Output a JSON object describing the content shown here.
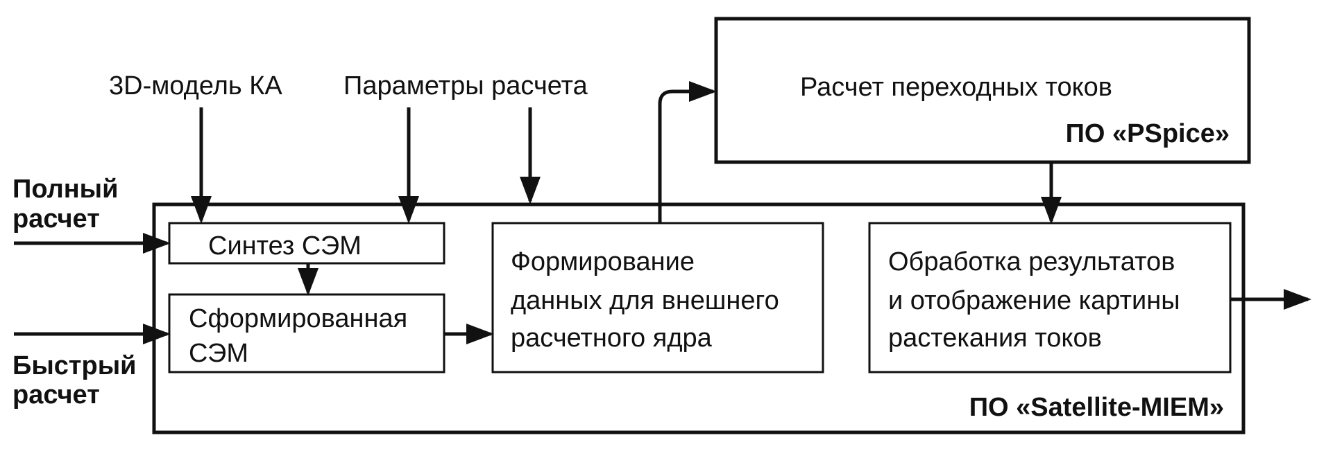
{
  "inputs": {
    "model": "3D-модель КА",
    "params": "Параметры расчета",
    "full_line1": "Полный",
    "full_line2": "расчет",
    "fast_line1": "Быстрый",
    "fast_line2": "расчет"
  },
  "blocks": {
    "synth": "Синтез СЭМ",
    "formed_line1": "Сформированная",
    "formed_line2": "СЭМ",
    "prep_line1": "Формирование",
    "prep_line2": "данных для внешнего",
    "prep_line3": "расчетного ядра",
    "post_line1": "Обработка результатов",
    "post_line2": "и отображение картины",
    "post_line3": "растекания токов",
    "pspice_title": "Расчет переходных токов"
  },
  "software": {
    "pspice": "ПО «PSpice»",
    "satellite": "ПО «Satellite-MIEM»"
  }
}
